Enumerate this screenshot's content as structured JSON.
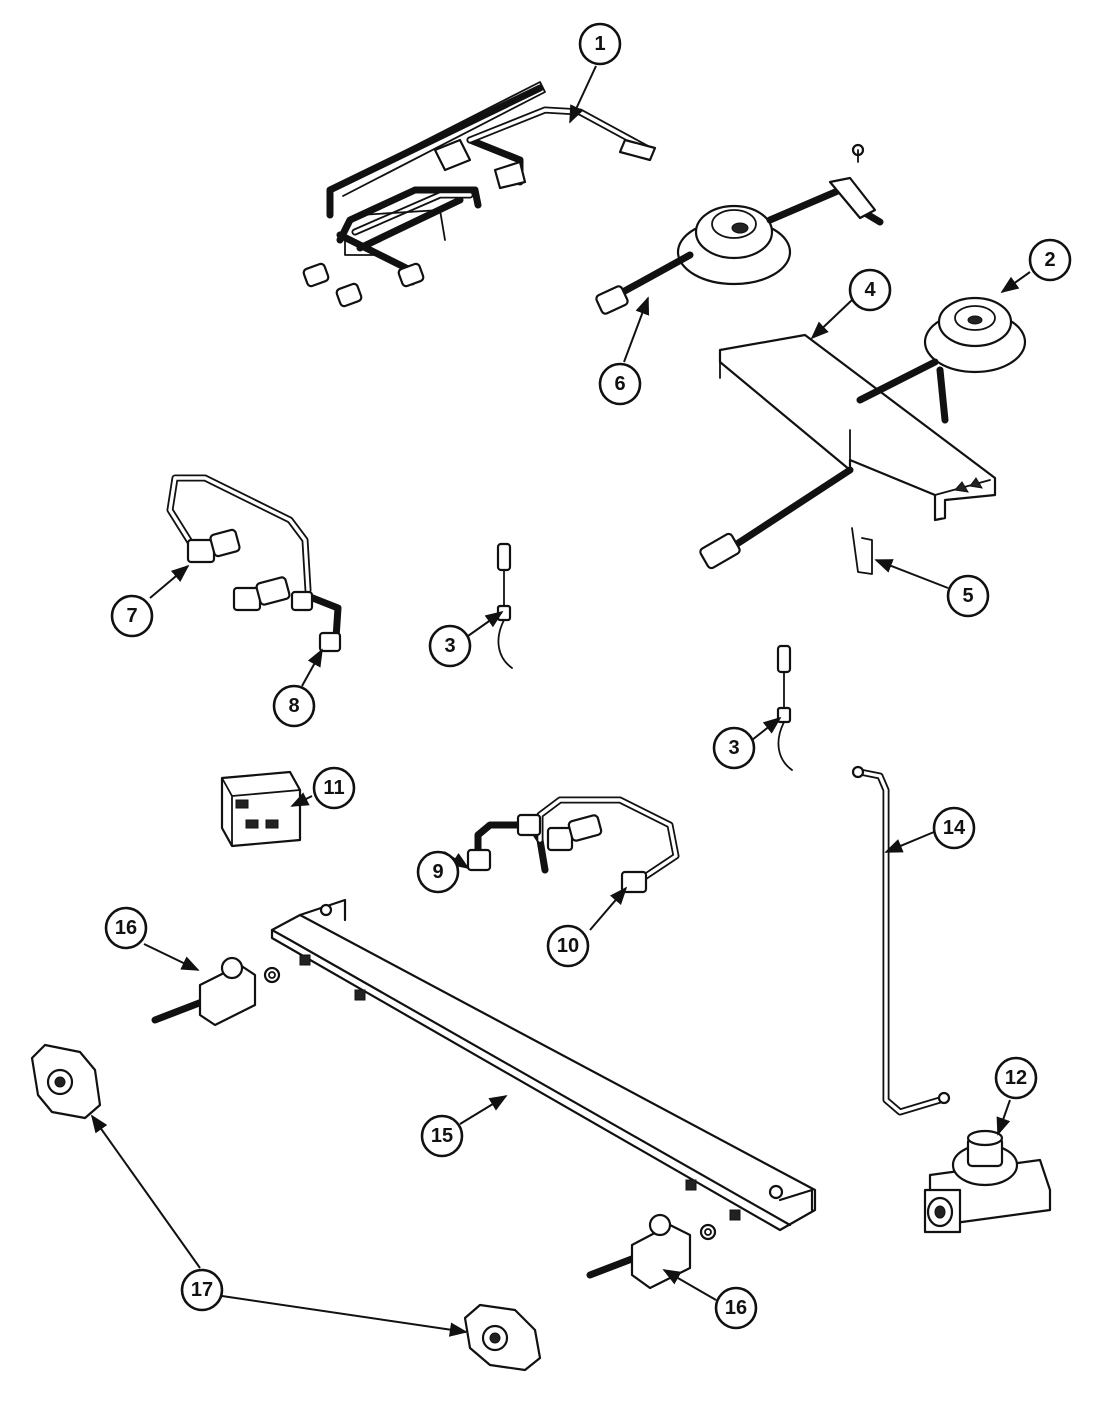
{
  "callouts": [
    {
      "label": "1"
    },
    {
      "label": "2"
    },
    {
      "label": "3"
    },
    {
      "label": "3"
    },
    {
      "label": "4"
    },
    {
      "label": "5"
    },
    {
      "label": "6"
    },
    {
      "label": "7"
    },
    {
      "label": "8"
    },
    {
      "label": "9"
    },
    {
      "label": "10"
    },
    {
      "label": "11"
    },
    {
      "label": "12"
    },
    {
      "label": "14"
    },
    {
      "label": "15"
    },
    {
      "label": "16"
    },
    {
      "label": "16"
    },
    {
      "label": "17"
    }
  ]
}
